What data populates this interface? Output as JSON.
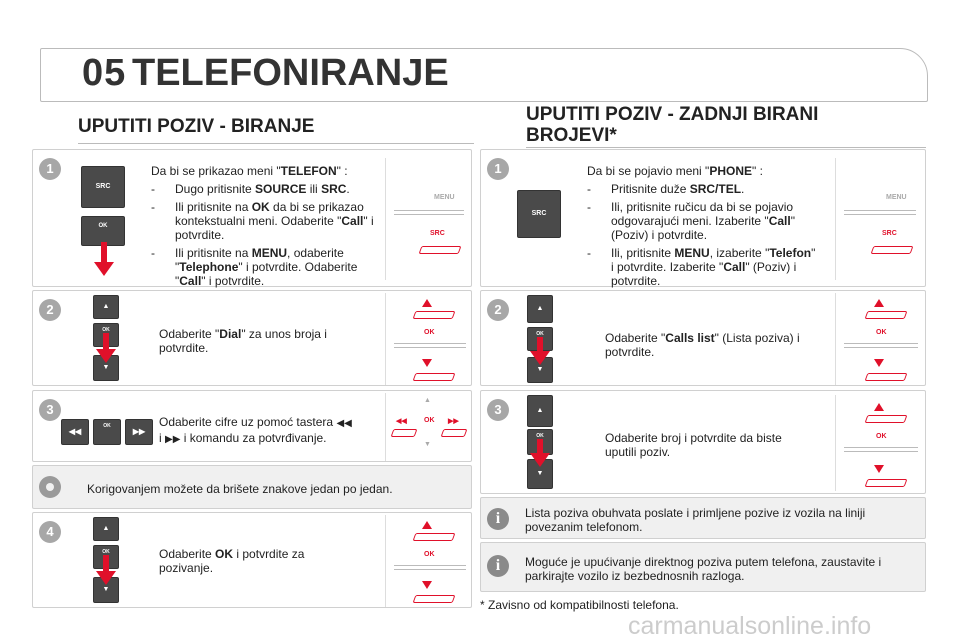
{
  "header": {
    "number": "05",
    "title": "TELEFONIRANJE"
  },
  "left": {
    "title": "UPUTITI POZIV - BIRANJE",
    "step1": {
      "badge": "1",
      "intro_pre": "Da bi se prikazao meni \"",
      "intro_bold": "TELEFON",
      "intro_post": "\" :",
      "b1_pre": "Dugo pritisnite ",
      "b1_bold1": "SOURCE",
      "b1_mid": " ili ",
      "b1_bold2": "SRC",
      "b1_post": ".",
      "b2_pre": "Ili pritisnite na ",
      "b2_bold1": "OK",
      "b2_mid": " da bi se prikazao kontekstualni meni. Odaberite \"",
      "b2_bold2": "Call",
      "b2_post": "\" i potvrdite.",
      "b3_pre": "Ili pritisnite na ",
      "b3_bold1": "MENU",
      "b3_mid": ", odaberite \"",
      "b3_bold2": "Telephone",
      "b3_mid2": "\" i potvrdite. Odaberite \"",
      "b3_bold3": "Call",
      "b3_post": "\" i potvrdite.",
      "key_src": "SRC",
      "key_ok": "OK",
      "menu": "MENU",
      "src": "SRC"
    },
    "step2": {
      "badge": "2",
      "pre": "Odaberite \"",
      "bold": "Dial",
      "post": "\" za unos broja i potvrdite.",
      "ok": "OK"
    },
    "step3": {
      "badge": "3",
      "text1": "Odaberite cifre uz pomoć tastera",
      "text2": "i",
      "text3": "i komandu za potvrđivanje.",
      "ok": "OK"
    },
    "tip": "Korigovanjem možete da brišete znakove jedan po jedan.",
    "step4": {
      "badge": "4",
      "pre": "Odaberite ",
      "bold": "OK",
      "post": " i potvrdite za pozivanje.",
      "ok": "OK"
    }
  },
  "right": {
    "title_line1": "UPUTITI POZIV - ZADNJI BIRANI",
    "title_line2": "BROJEVI*",
    "step1": {
      "badge": "1",
      "intro_pre": "Da bi se pojavio meni \"",
      "intro_bold": "PHONE",
      "intro_post": "\" :",
      "b1_pre": "Pritisnite duže ",
      "b1_bold": "SRC/TEL",
      "b1_post": ".",
      "b2_pre": "Ili, pritisnite ručicu da bi se pojavio odgovarajući meni. Izaberite \"",
      "b2_bold": "Call",
      "b2_post": "\" (Poziv) i potvrdite.",
      "b3_pre": "Ili, pritisnite ",
      "b3_bold1": "MENU",
      "b3_mid": ", izaberite \"",
      "b3_bold2": "Telefon",
      "b3_mid2": "\" i potvrdite. Izaberite \"",
      "b3_bold3": "Call",
      "b3_post": "\" (Poziv) i potvrdite.",
      "key_src": "SRC",
      "menu": "MENU",
      "src": "SRC"
    },
    "step2": {
      "badge": "2",
      "pre": "Odaberite \"",
      "bold": "Calls list",
      "post": "\" (Lista poziva) i potvrdite.",
      "ok": "OK"
    },
    "step3": {
      "badge": "3",
      "text": "Odaberite broj i potvrdite da biste uputili poziv.",
      "ok": "OK"
    },
    "info1": "Lista poziva obuhvata poslate i primljene pozive iz vozila na liniji povezanim telefonom.",
    "info2": "Moguće je upućivanje direktnog poziva putem telefona, zaustavite i parkirajte vozilo iz bezbednosnih razloga.",
    "footnote": "* Zavisno od kompatibilnosti telefona."
  },
  "bullet": "-",
  "watermark": "carmanualsonline.info"
}
